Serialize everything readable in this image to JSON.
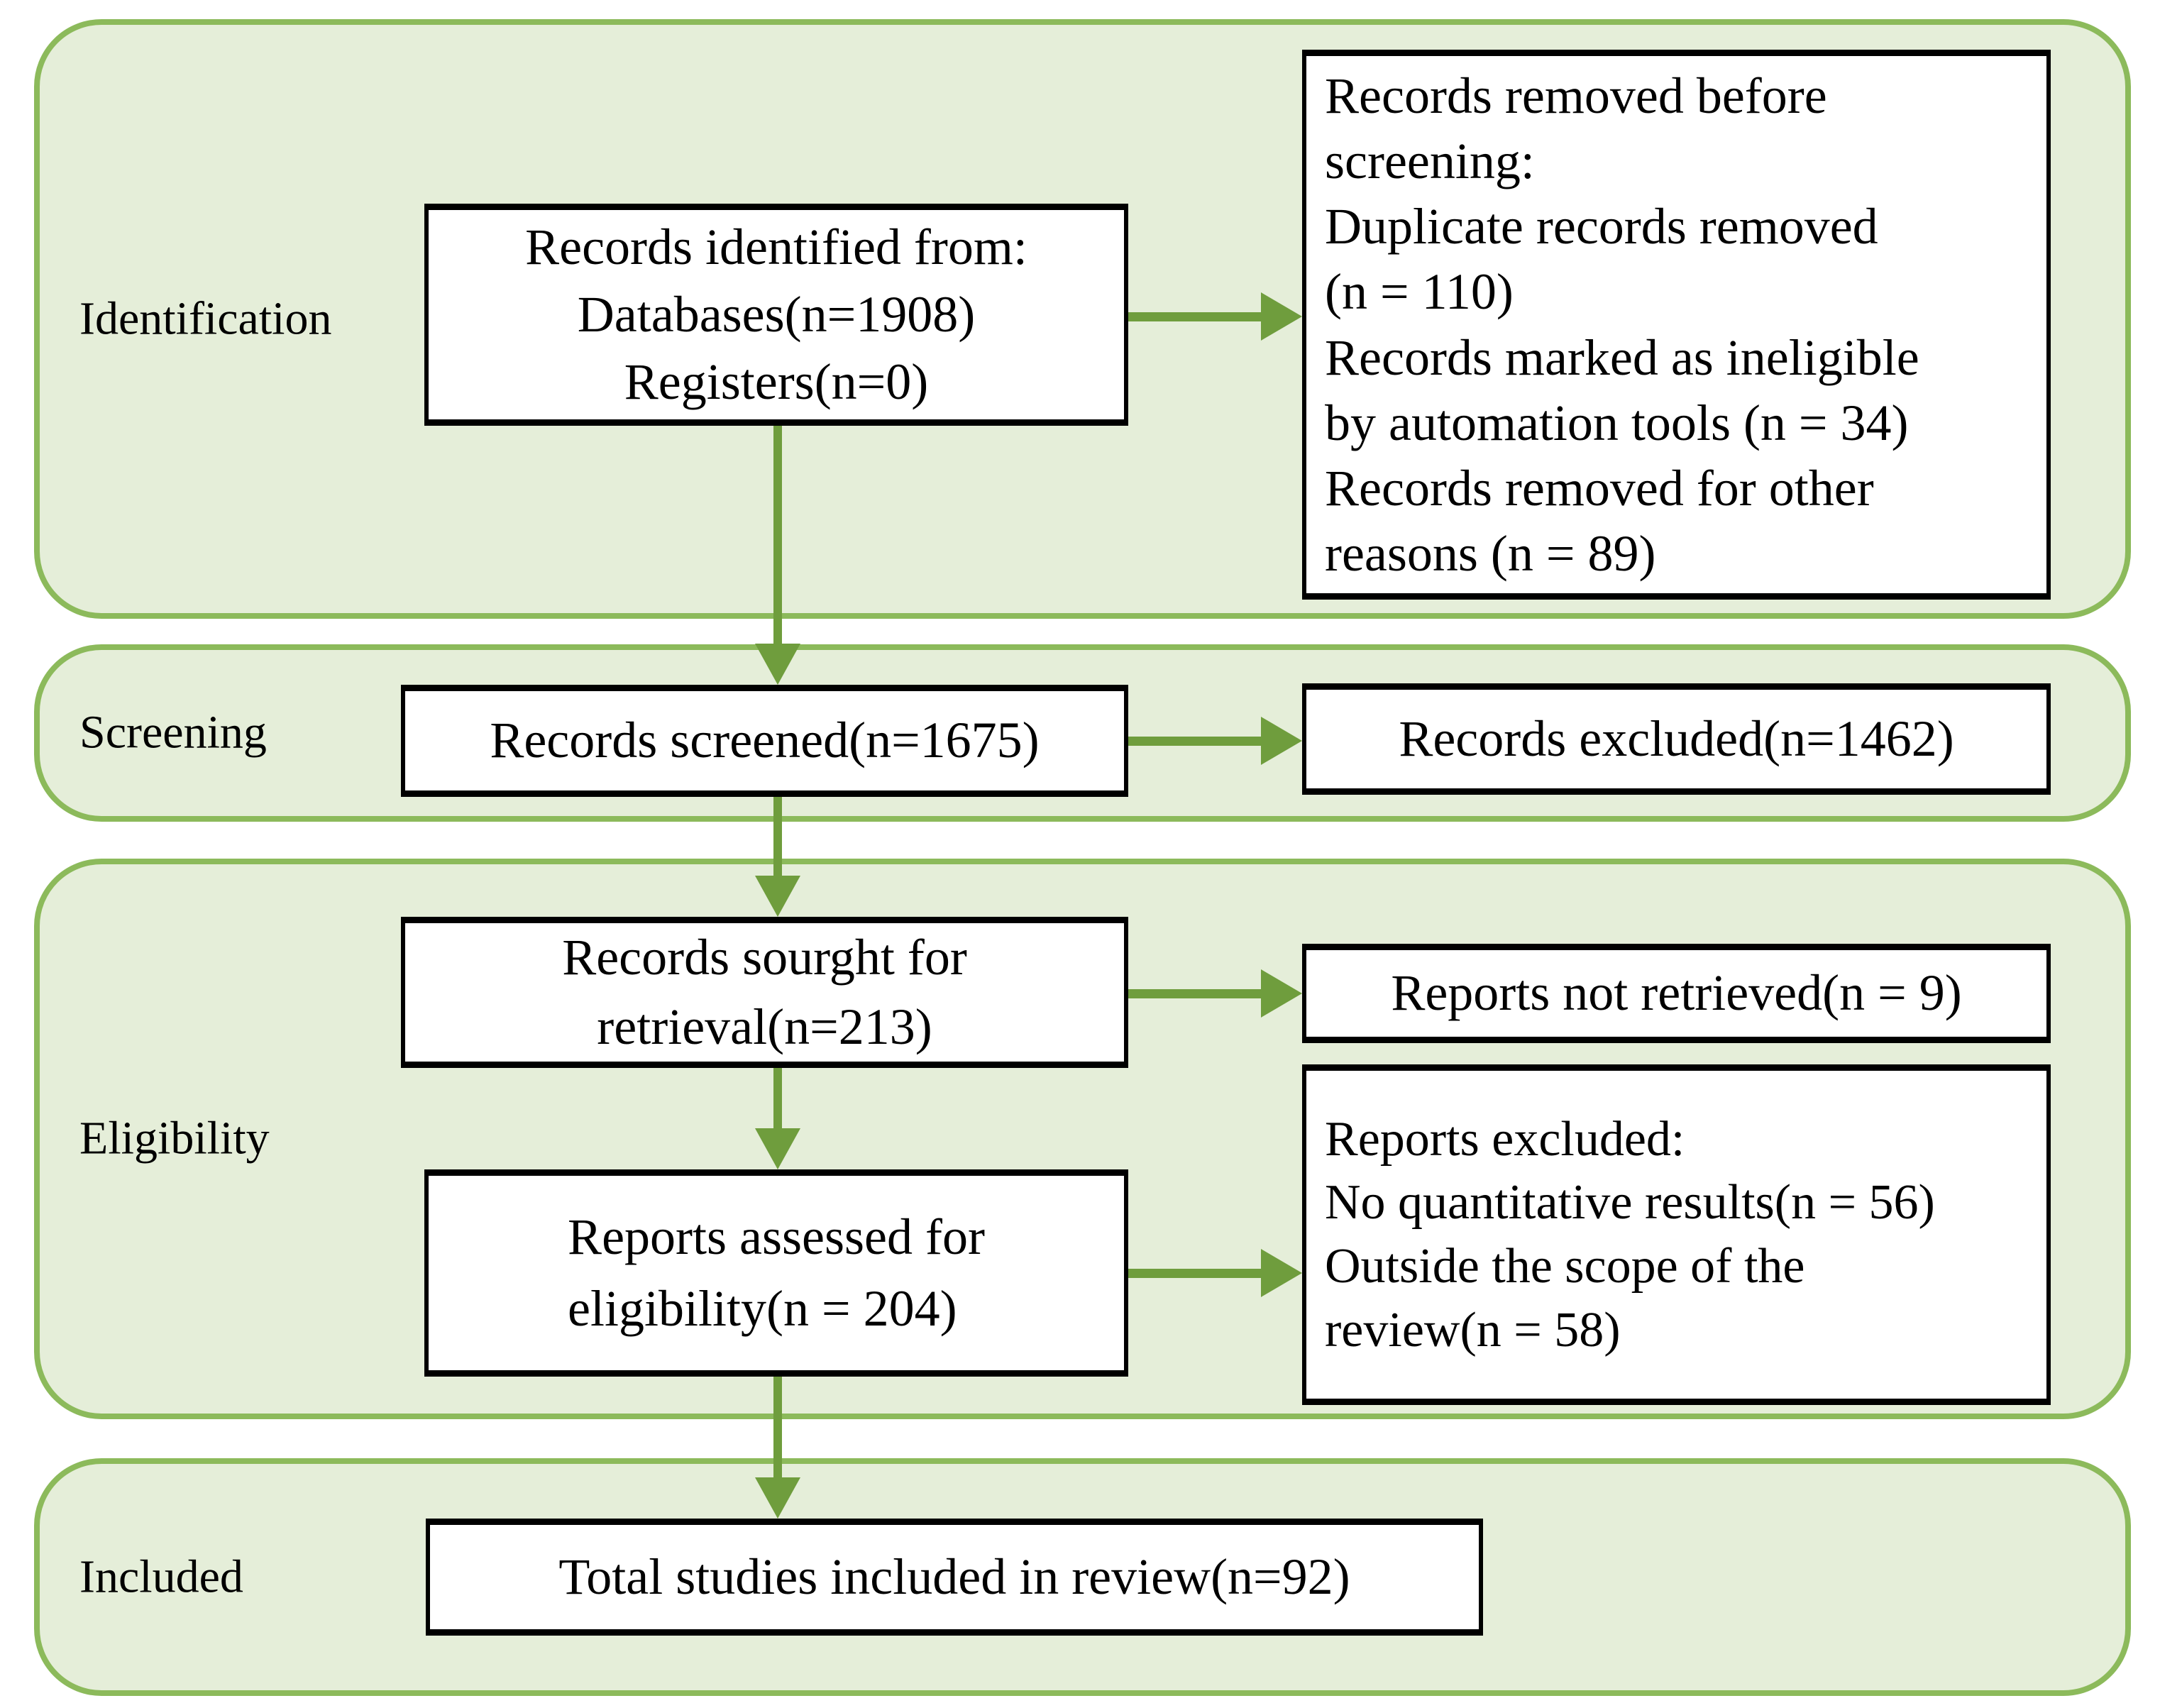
{
  "diagram": {
    "type": "prisma-flow",
    "stages": [
      {
        "label": "Identification"
      },
      {
        "label": "Screening"
      },
      {
        "label": "Eligibility"
      },
      {
        "label": "Included"
      }
    ],
    "boxes": {
      "identified": {
        "lines": [
          "Records identified from:",
          "Databases(n=1908)",
          "Registers(n=0)"
        ]
      },
      "removed_before_screening": {
        "lines": [
          "Records removed before",
          "screening:",
          "Duplicate records removed",
          "(n = 110)",
          "Records marked as ineligible",
          "by automation tools (n = 34)",
          "Records removed for other",
          "reasons (n = 89)"
        ]
      },
      "screened": {
        "label": "Records screened(n=1675)"
      },
      "excluded": {
        "label": "Records excluded(n=1462)"
      },
      "sought": {
        "lines": [
          "Records sourght for",
          "retrieval(n=213)"
        ]
      },
      "not_retrieved": {
        "label": "Reports not retrieved(n = 9)"
      },
      "assessed": {
        "lines": [
          "Reports assessed for",
          "eligibility(n = 204)"
        ]
      },
      "reports_excluded": {
        "lines": [
          "Reports excluded:",
          "No quantitative results(n = 56)",
          "Outside the scope of the",
          "review(n = 58)"
        ]
      },
      "included_total": {
        "label": "Total studies included in review(n=92)"
      }
    },
    "flows": [
      {
        "from": "identified",
        "to": "removed_before_screening"
      },
      {
        "from": "identified",
        "to": "screened"
      },
      {
        "from": "screened",
        "to": "excluded"
      },
      {
        "from": "screened",
        "to": "sought"
      },
      {
        "from": "sought",
        "to": "not_retrieved"
      },
      {
        "from": "sought",
        "to": "assessed"
      },
      {
        "from": "assessed",
        "to": "reports_excluded"
      },
      {
        "from": "assessed",
        "to": "included_total"
      }
    ],
    "colors": {
      "band_fill": "#e5eed9",
      "band_border": "#8cba5b",
      "arrow": "#6f9d3d",
      "box_fill": "#ffffff",
      "box_border": "#000000",
      "text": "#000000"
    }
  }
}
